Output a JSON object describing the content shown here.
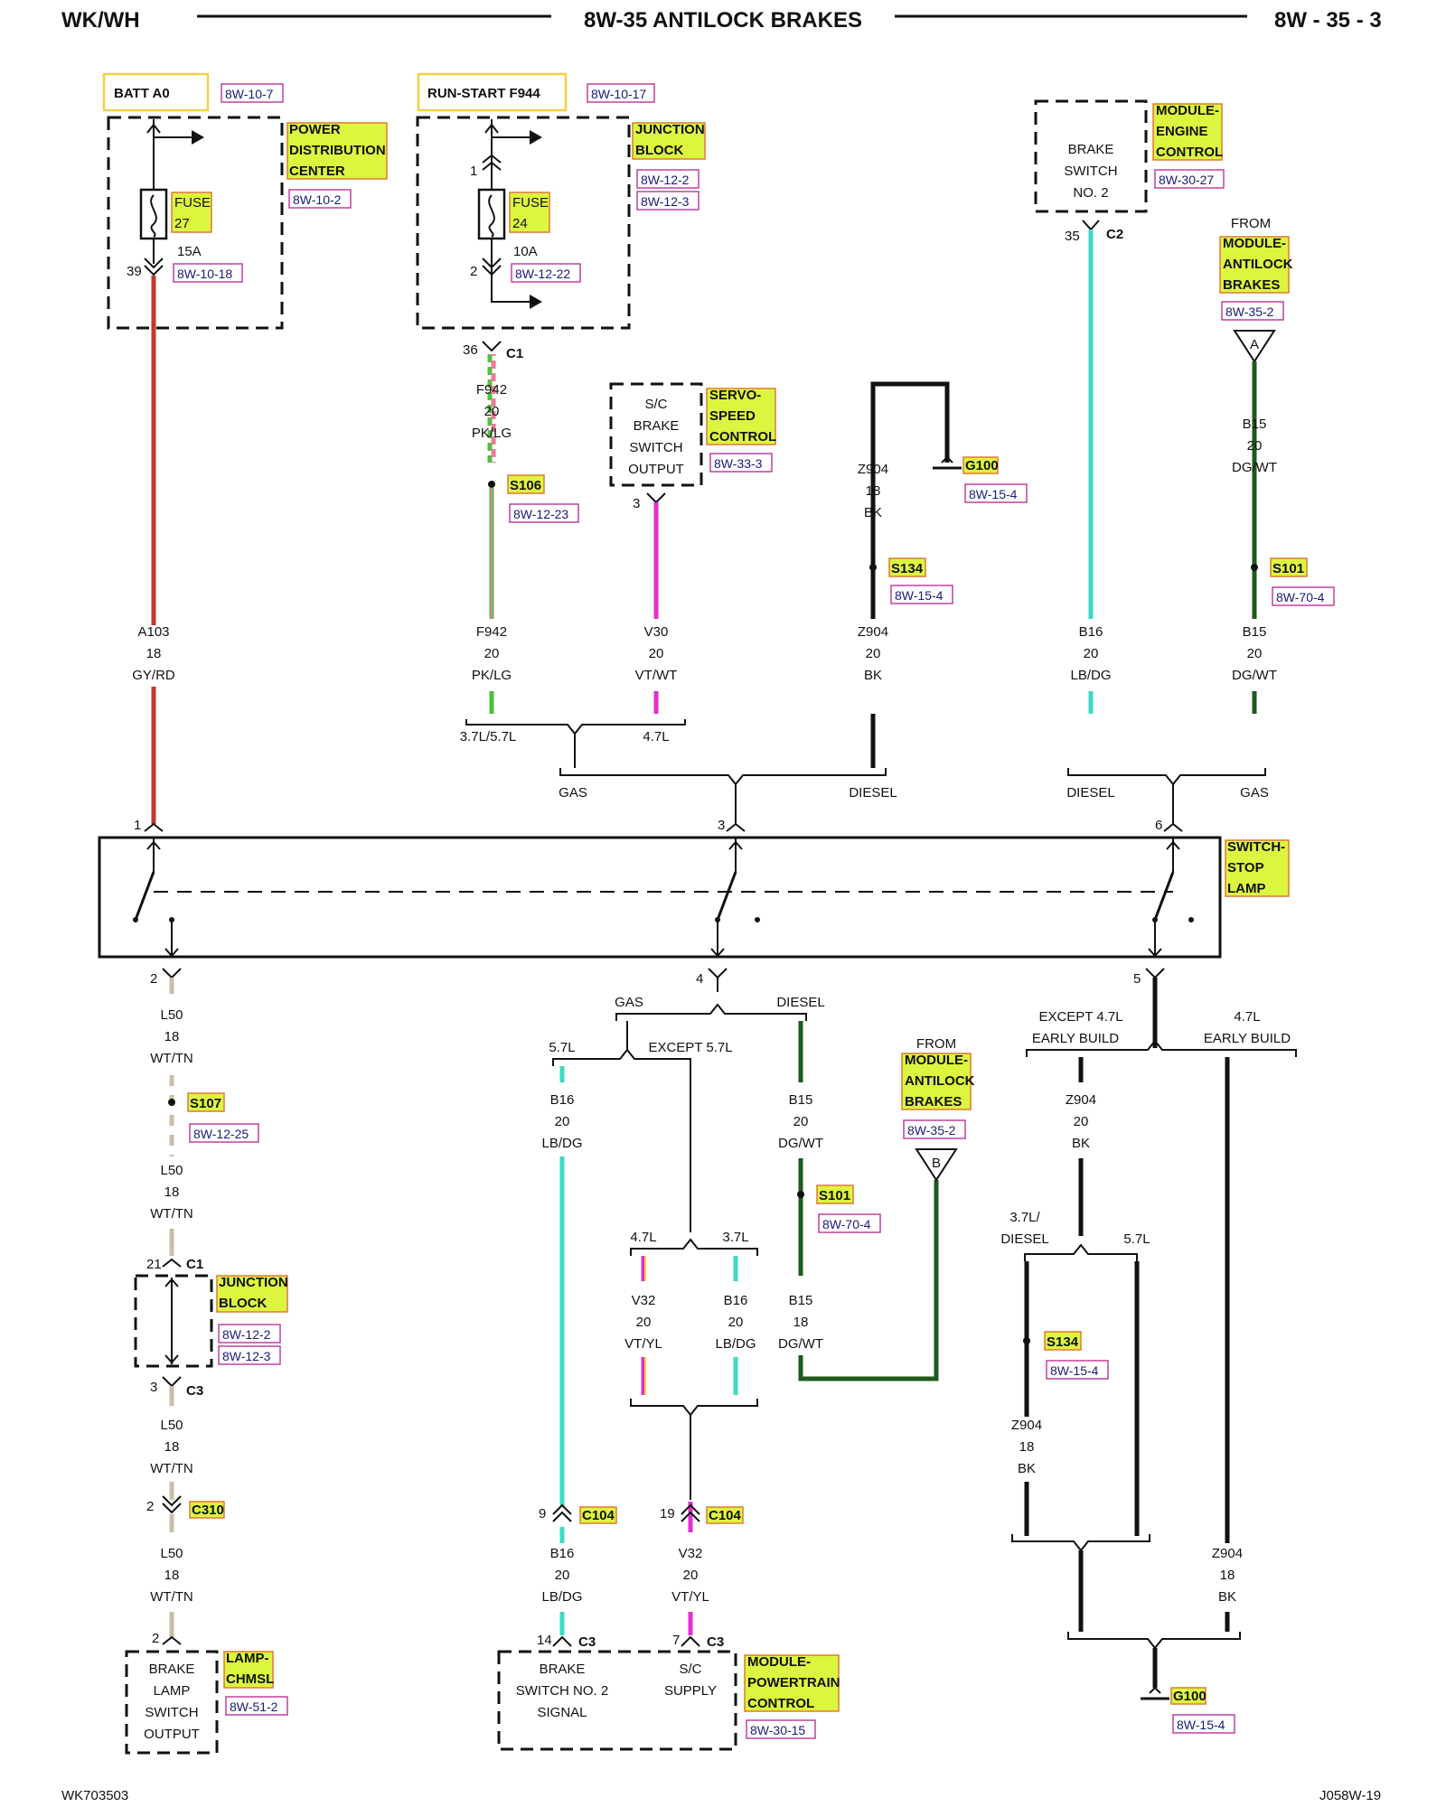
{
  "header": {
    "left": "WK/WH",
    "title": "8W-35 ANTILOCK BRAKES",
    "page": "8W - 35 - 3"
  },
  "footer": {
    "left": "WK703503",
    "right": "J058W-19"
  },
  "colors": {
    "gy_rd": "#c0392b",
    "pk_lg": "#4fbf3f",
    "vt_wt": "#e030d0",
    "bk": "#111111",
    "lb_dg": "#3fd9c0",
    "dg_wt": "#1e5a1e",
    "wt_tn": "#c8bfa6",
    "vt_yl": "#e030d0",
    "highlight": "#dcf53f"
  },
  "labels": {
    "batt_a0": "BATT A0",
    "run_start": "RUN-START F944",
    "pdc": [
      "POWER",
      "DISTRIBUTION",
      "CENTER"
    ],
    "jb": [
      "JUNCTION",
      "BLOCK"
    ],
    "fuse1": [
      "FUSE",
      "27"
    ],
    "fuse2": [
      "FUSE",
      "24"
    ],
    "amp1": "15A",
    "amp2": "10A",
    "pin39": "39",
    "pin1": "1",
    "pin2": "2",
    "pin36": "36",
    "c1": "C1",
    "f942_top": [
      "F942",
      "20",
      "PK/LG"
    ],
    "s106": "S106",
    "sc_brake": [
      "S/C",
      "BRAKE",
      "SWITCH",
      "OUTPUT"
    ],
    "servo": [
      "SERVO-",
      "SPEED",
      "CONTROL"
    ],
    "pin3": "3",
    "z904_top": [
      "Z904",
      "18",
      "BK"
    ],
    "g100": "G100",
    "s134": "S134",
    "brake_sw2": [
      "BRAKE",
      "SWITCH",
      "NO. 2"
    ],
    "mod_engine": [
      "MODULE-",
      "ENGINE",
      "CONTROL"
    ],
    "pin35": "35",
    "c2": "C2",
    "from": "FROM",
    "mod_abs": [
      "MODULE-",
      "ANTILOCK",
      "BRAKES"
    ],
    "conn_a": "A",
    "conn_b": "B",
    "b15_top": [
      "B15",
      "20",
      "DG/WT"
    ],
    "s101": "S101",
    "a103": [
      "A103",
      "18",
      "GY/RD"
    ],
    "f942_mid": [
      "F942",
      "20",
      "PK/LG"
    ],
    "v30": [
      "V30",
      "20",
      "VT/WT"
    ],
    "z904_mid": [
      "Z904",
      "20",
      "BK"
    ],
    "b16_mid": [
      "B16",
      "20",
      "LB/DG"
    ],
    "b15_mid": [
      "B15",
      "20",
      "DG/WT"
    ],
    "v37_57": "3.7L/5.7L",
    "v47": "4.7L",
    "gas": "GAS",
    "diesel": "DIESEL",
    "sw_pin1": "1",
    "sw_pin3": "3",
    "sw_pin6": "6",
    "sw_pin2": "2",
    "sw_pin4": "4",
    "sw_pin5": "5",
    "switch_stop": [
      "SWITCH-",
      "STOP",
      "LAMP"
    ],
    "l50_a": [
      "L50",
      "18",
      "WT/TN"
    ],
    "s107": "S107",
    "l50_b": [
      "L50",
      "18",
      "WT/TN"
    ],
    "pin21": "21",
    "pin3c3": "3",
    "c3": "C3",
    "l50_c": [
      "L50",
      "18",
      "WT/TN"
    ],
    "pin2c310": "2",
    "c310": "C310",
    "l50_d": [
      "L50",
      "18",
      "WT/TN"
    ],
    "pin2lamp": "2",
    "brake_lamp": [
      "BRAKE",
      "LAMP",
      "SWITCH",
      "OUTPUT"
    ],
    "lamp_chmsl": [
      "LAMP-",
      "CHMSL"
    ],
    "v57": "5.7L",
    "except57": "EXCEPT 5.7L",
    "b16_low": [
      "B16",
      "20",
      "LB/DG"
    ],
    "b15_low": [
      "B15",
      "20",
      "DG/WT"
    ],
    "b15_low2": [
      "B15",
      "18",
      "DG/WT"
    ],
    "v47b": "4.7L",
    "v37b": "3.7L",
    "v32": [
      "V32",
      "20",
      "VT/YL"
    ],
    "b16_low2": [
      "B16",
      "20",
      "LB/DG"
    ],
    "pin9": "9",
    "pin19": "19",
    "c104": "C104",
    "b16_bot": [
      "B16",
      "20",
      "LB/DG"
    ],
    "v32_bot": [
      "V32",
      "20",
      "VT/YL"
    ],
    "pin14": "14",
    "pin7": "7",
    "pcm_sig": [
      "BRAKE",
      "SWITCH NO. 2",
      "SIGNAL"
    ],
    "pcm_sup": [
      "S/C",
      "SUPPLY"
    ],
    "mod_pcm": [
      "MODULE-",
      "POWERTRAIN",
      "CONTROL"
    ],
    "except47": [
      "EXCEPT 4.7L",
      "EARLY BUILD"
    ],
    "v47_early": [
      "4.7L",
      "EARLY BUILD"
    ],
    "z904_r1": [
      "Z904",
      "20",
      "BK"
    ],
    "v37_diesel": [
      "3.7L/",
      "DIESEL"
    ],
    "v57r": "5.7L",
    "z904_r2": [
      "Z904",
      "18",
      "BK"
    ],
    "z904_r3": [
      "Z904",
      "18",
      "BK"
    ]
  },
  "refs": {
    "r8w_10_7": "8W-10-7",
    "r8w_10_17": "8W-10-17",
    "r8w_10_2": "8W-10-2",
    "r8w_10_18": "8W-10-18",
    "r8w_12_2": "8W-12-2",
    "r8w_12_3": "8W-12-3",
    "r8w_12_22": "8W-12-22",
    "r8w_12_23": "8W-12-23",
    "r8w_33_3": "8W-33-3",
    "r8w_15_4": "8W-15-4",
    "r8w_30_27": "8W-30-27",
    "r8w_35_2": "8W-35-2",
    "r8w_70_4": "8W-70-4",
    "r8w_12_25": "8W-12-25",
    "r8w_51_2": "8W-51-2",
    "r8w_30_15": "8W-30-15"
  }
}
